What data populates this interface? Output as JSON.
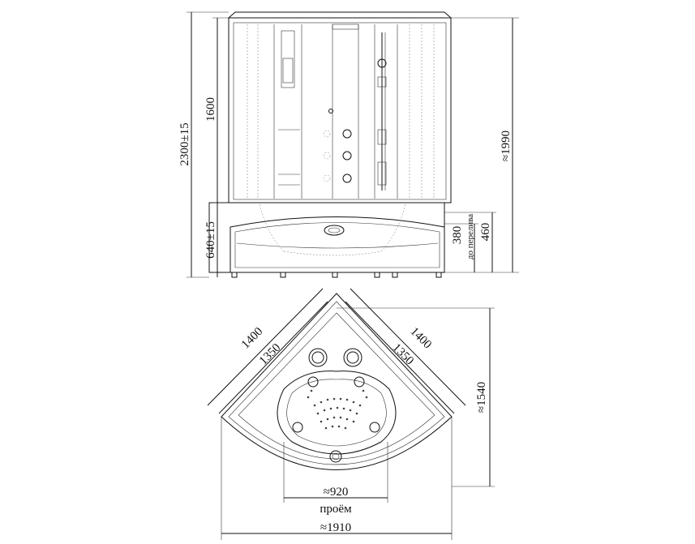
{
  "front_view": {
    "dim_total_height": "2300±15",
    "dim_cabin_height": "1600",
    "dim_base_height": "640±15",
    "dim_right_height": "≈1990",
    "dim_right_base": "460",
    "dim_overflow": "380",
    "label_overflow": "до перелива"
  },
  "top_view": {
    "dim_left_outer": "1400",
    "dim_left_inner": "1350",
    "dim_right_outer": "1400",
    "dim_right_inner": "1350",
    "dim_depth": "≈1540",
    "dim_opening": "≈920",
    "label_opening": "проём",
    "dim_width": "≈1910"
  }
}
